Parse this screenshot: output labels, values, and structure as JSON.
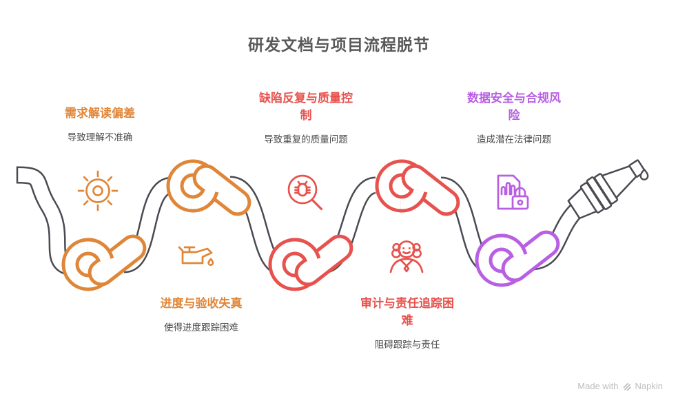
{
  "title": "研发文档与项目流程脱节",
  "items": [
    {
      "label": "需求解读偏差",
      "description": "导致理解不准确",
      "color": "#E08638",
      "icon": "sun-icon",
      "position": "top-1"
    },
    {
      "label": "缺陷反复与质量控制",
      "description": "导致重复的质量问题",
      "color": "#E8524E",
      "icon": "bug-magnifier-icon",
      "position": "top-2"
    },
    {
      "label": "数据安全与合规风险",
      "description": "造成潜在法律问题",
      "color": "#B85FE3",
      "icon": "document-lock-icon",
      "position": "top-3"
    },
    {
      "label": "进度与验收失真",
      "description": "使得进度跟踪困难",
      "color": "#E08638",
      "icon": "oil-can-icon",
      "position": "bottom-1"
    },
    {
      "label": "审计与责任追踪困难",
      "description": "阻碍跟踪与责任",
      "color": "#E8524E",
      "icon": "judge-icon",
      "position": "bottom-2"
    }
  ],
  "diagram": {
    "style": "tangled-hose-with-knots",
    "knots": [
      "orange",
      "orange",
      "red",
      "red",
      "purple"
    ],
    "end": "dripping-nozzle"
  },
  "footer": {
    "made_with": "Made with",
    "brand": "Napkin"
  },
  "colors": {
    "orange": "#E08638",
    "red": "#E8524E",
    "purple": "#B85FE3",
    "rope": "#4A4A52",
    "title": "#595959",
    "description": "#4A4A4A",
    "footer": "#BDBDBD"
  }
}
